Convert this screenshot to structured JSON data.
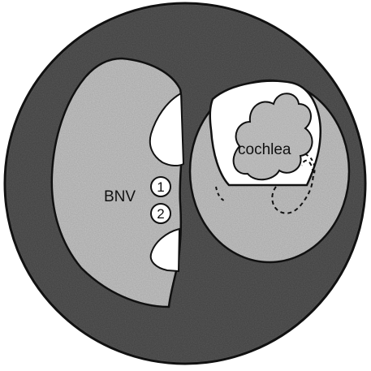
{
  "labels": {
    "cochlea": "cochlea",
    "bnv": "BNV",
    "marker_1": "①",
    "marker_2": "②"
  },
  "colors": {
    "outer_disc": "#5a5a5a",
    "tissue": "#c6c6c6",
    "cavity": "#ffffff",
    "outline": "#111111"
  }
}
